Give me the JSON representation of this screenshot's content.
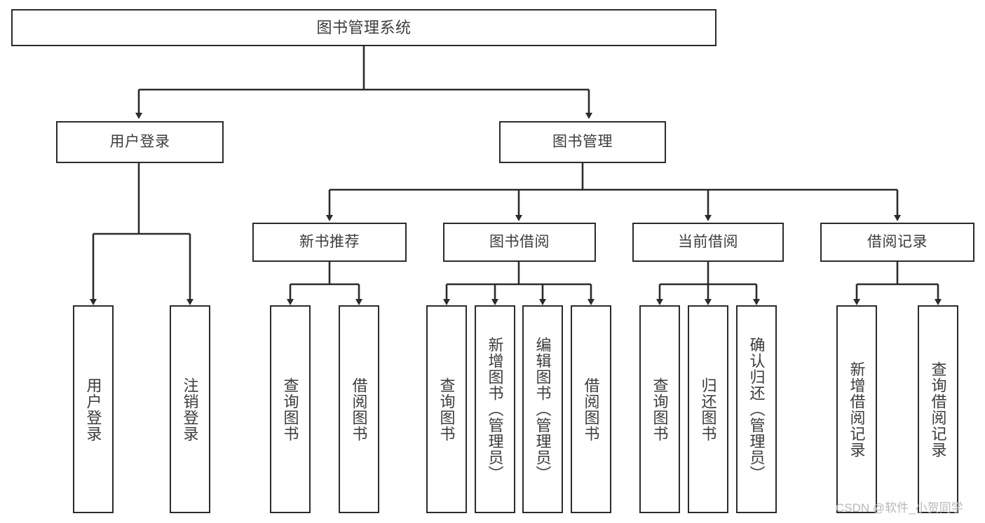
{
  "diagram": {
    "type": "tree",
    "title": "图书管理系统",
    "orientation": "top-down",
    "levels": 4,
    "nodes": {
      "root": {
        "label": "图书管理系统"
      },
      "l2": [
        {
          "id": "user-login",
          "label": "用户登录"
        },
        {
          "id": "book-manage",
          "label": "图书管理"
        }
      ],
      "l3": [
        {
          "id": "new-book-rec",
          "label": "新书推荐"
        },
        {
          "id": "book-borrow",
          "label": "图书借阅"
        },
        {
          "id": "current-borrow",
          "label": "当前借阅"
        },
        {
          "id": "borrow-record",
          "label": "借阅记录"
        }
      ],
      "leaves": [
        {
          "id": "leaf-user-login",
          "label": "用户登录",
          "parent": "user-login"
        },
        {
          "id": "leaf-logout",
          "label": "注销登录",
          "parent": "user-login"
        },
        {
          "id": "leaf-query-book-1",
          "label": "查询图书",
          "parent": "new-book-rec"
        },
        {
          "id": "leaf-borrow-book-1",
          "label": "借阅图书",
          "parent": "new-book-rec"
        },
        {
          "id": "leaf-query-book-2",
          "label": "查询图书",
          "parent": "book-borrow"
        },
        {
          "id": "leaf-add-book",
          "label": "新增图书（管理员）",
          "parent": "book-borrow"
        },
        {
          "id": "leaf-edit-book",
          "label": "编辑图书（管理员）",
          "parent": "book-borrow"
        },
        {
          "id": "leaf-borrow-book-2",
          "label": "借阅图书",
          "parent": "book-borrow"
        },
        {
          "id": "leaf-query-book-3",
          "label": "查询图书",
          "parent": "current-borrow"
        },
        {
          "id": "leaf-return-book",
          "label": "归还图书",
          "parent": "current-borrow"
        },
        {
          "id": "leaf-confirm-return",
          "label": "确认归还（管理员）",
          "parent": "current-borrow"
        },
        {
          "id": "leaf-add-record",
          "label": "新增借阅记录",
          "parent": "borrow-record"
        },
        {
          "id": "leaf-query-record",
          "label": "查询借阅记录",
          "parent": "borrow-record"
        }
      ]
    },
    "colors": {
      "stroke": "#2b2b2b",
      "fill": "#ffffff",
      "text": "#3c3c3c",
      "watermark": "#b8b8b8"
    }
  },
  "watermark": {
    "text": "CSDN @软件_小贺同学"
  }
}
